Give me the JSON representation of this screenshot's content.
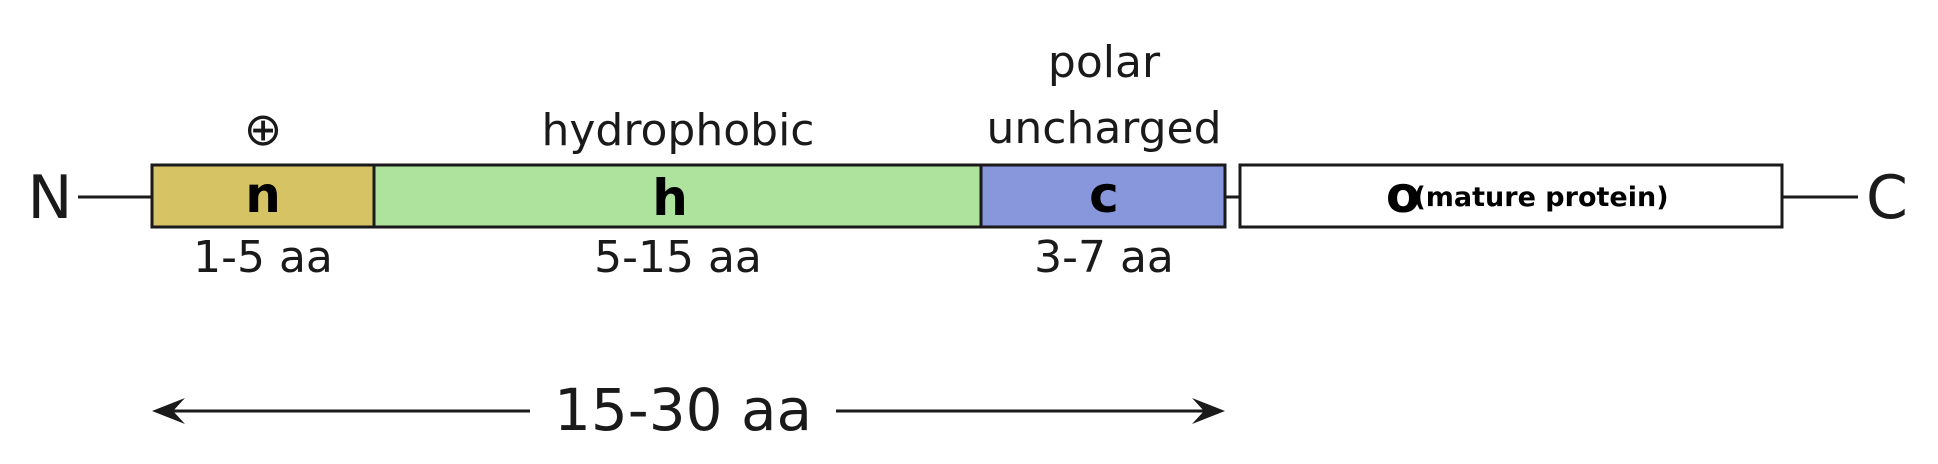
{
  "terminal_n": "N",
  "terminal_c": "C",
  "segments": {
    "n": {
      "label": "n",
      "above": "⊕",
      "length": "1-5 aa",
      "color": "#d6c464"
    },
    "h": {
      "label": "h",
      "above": "hydrophobic",
      "length": "5-15 aa",
      "color": "#aee39e"
    },
    "c": {
      "label": "c",
      "above_line1": "polar",
      "above_line2": "uncharged",
      "length": "3-7 aa",
      "color": "#8896dc"
    },
    "o": {
      "label": "o",
      "note": "(mature protein)",
      "color": "#ffffff"
    }
  },
  "span": {
    "label": "15-30 aa"
  }
}
